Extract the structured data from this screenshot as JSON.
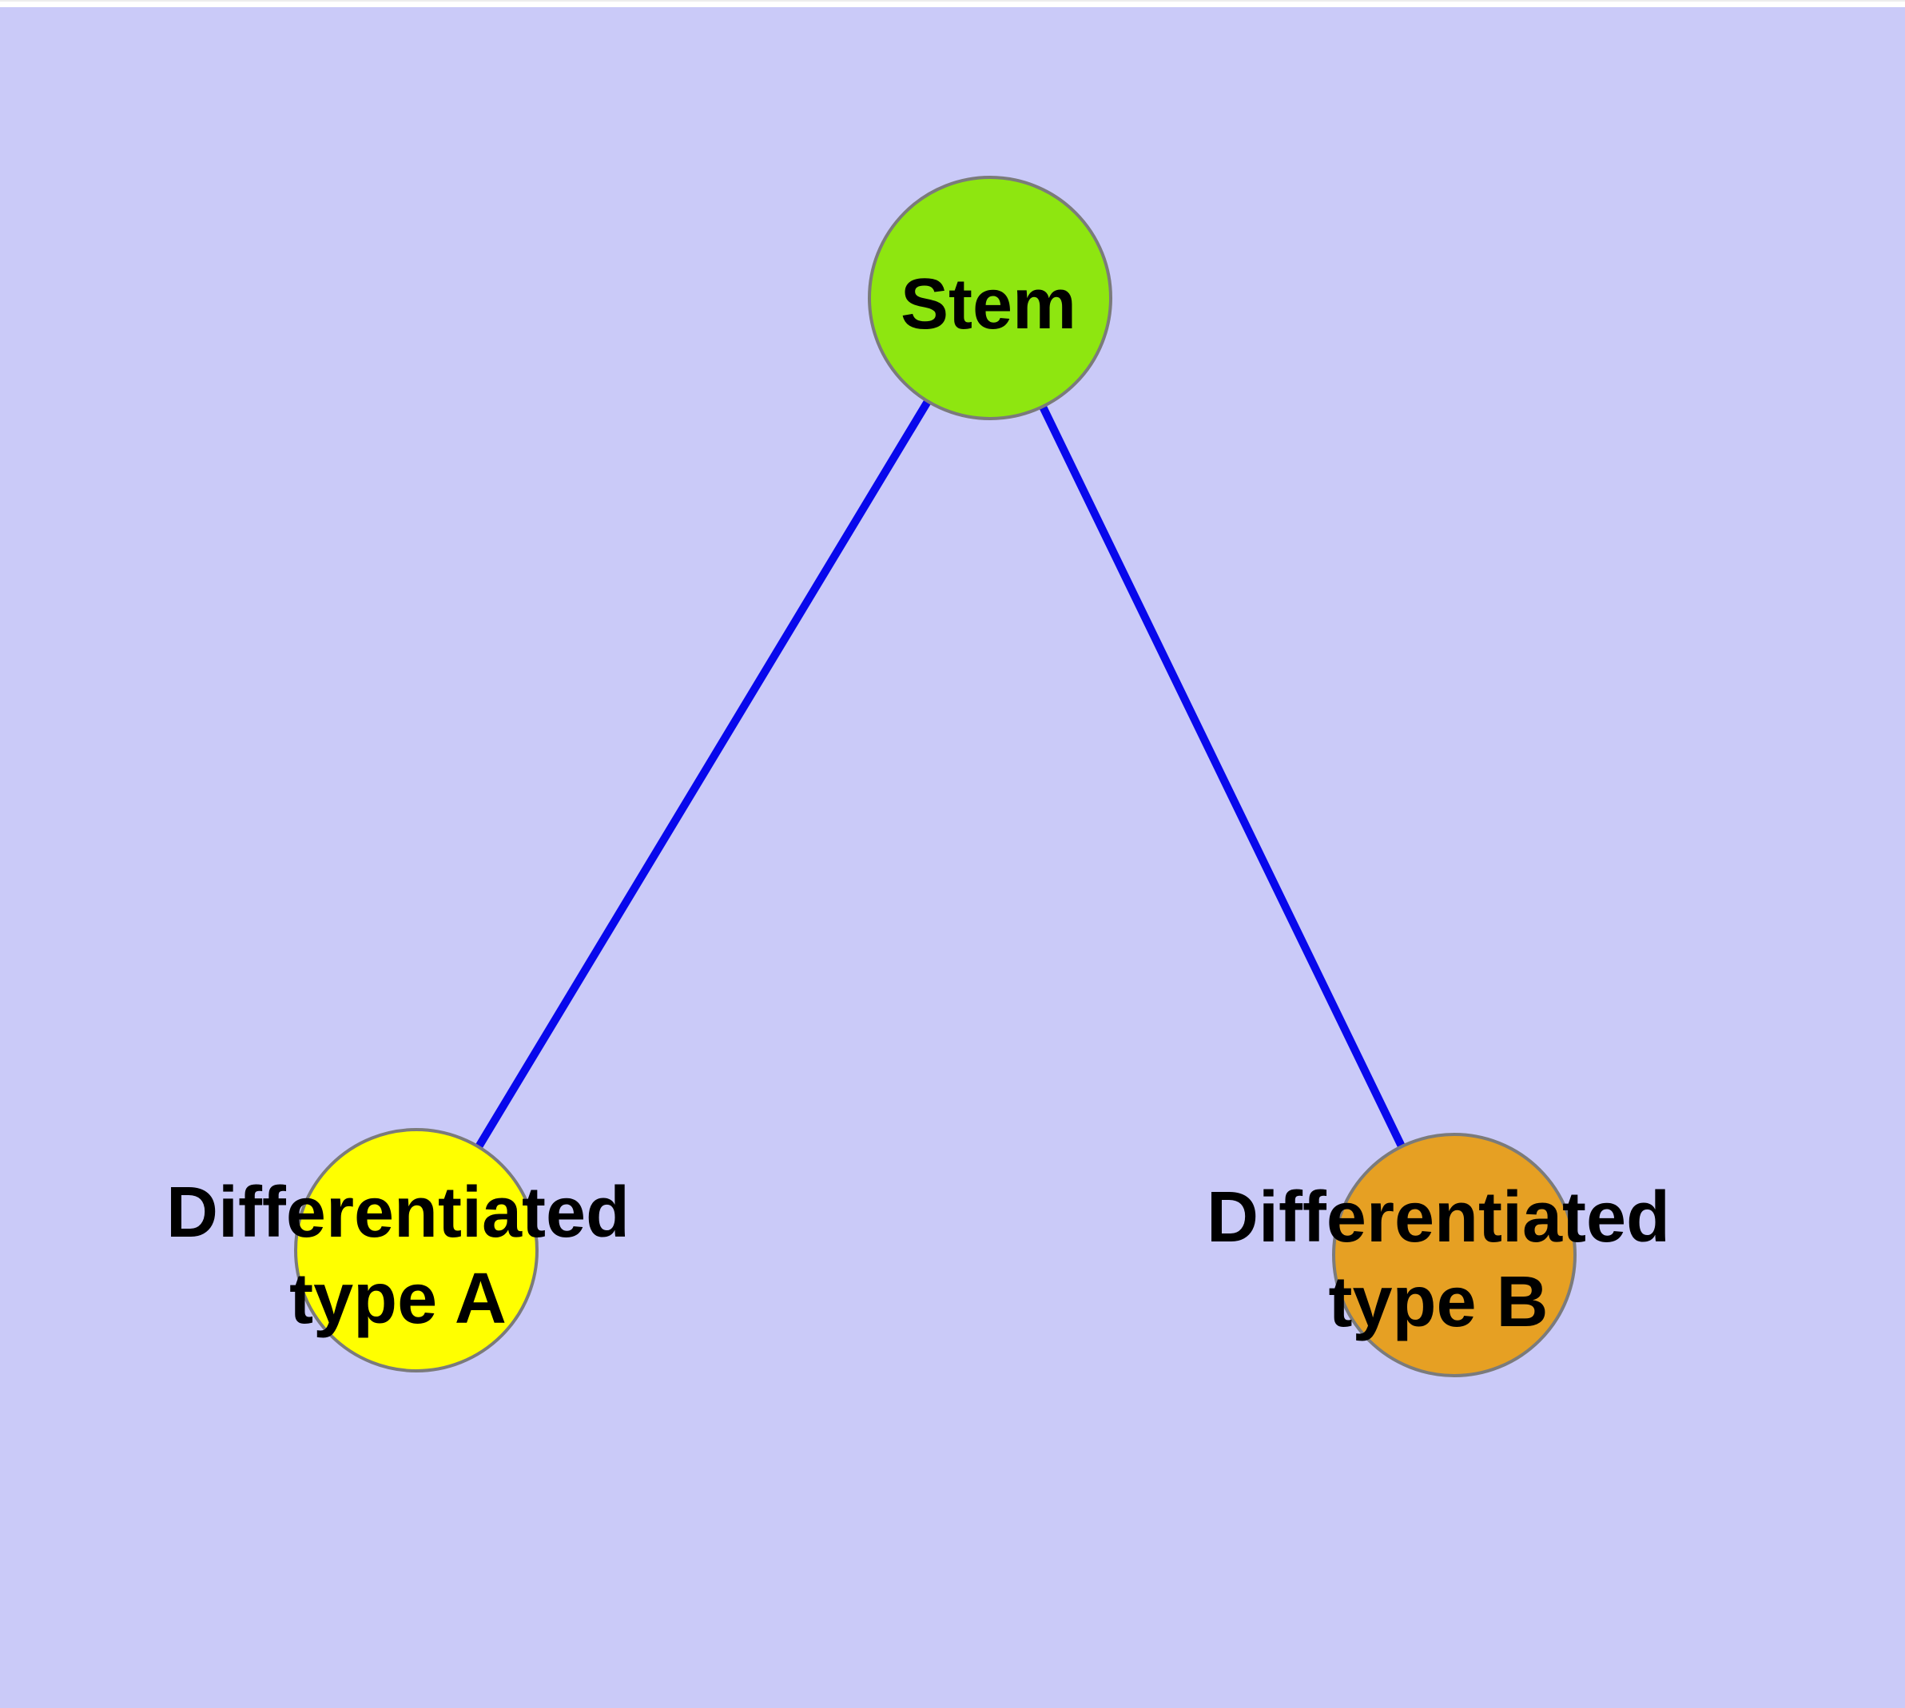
{
  "diagram": {
    "description": "Stem cell differentiation graph: one stem node connected to two differentiated cell-type nodes"
  },
  "colors": {
    "background": "#cacaf8",
    "top_strip_line": "#ededed",
    "edge": "#0808ec",
    "node_border": "#7b7b7b",
    "label_text": "#000000",
    "stem_fill": "#8ee610",
    "type_a_fill": "#ffff00",
    "type_b_fill": "#e6a023"
  },
  "nodes": {
    "stem": {
      "label": "Stem",
      "fill": "#8ee610"
    },
    "type_a": {
      "label_line1": "Differentiated",
      "label_line2": "type A",
      "fill": "#ffff00"
    },
    "type_b": {
      "label_line1": "Differentiated",
      "label_line2": "type B",
      "fill": "#e6a023"
    }
  },
  "edges": [
    {
      "from": "stem",
      "to": "type_a"
    },
    {
      "from": "stem",
      "to": "type_b"
    }
  ]
}
